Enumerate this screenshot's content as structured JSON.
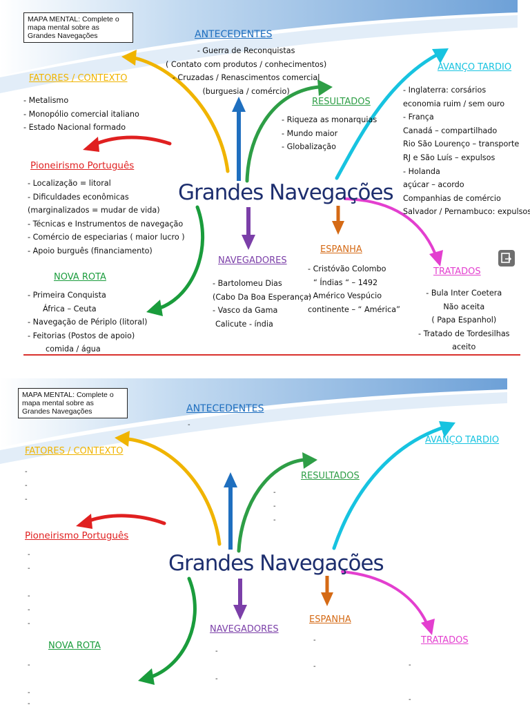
{
  "colors": {
    "fatores": "#f0b400",
    "antecedentes": "#1f6fbf",
    "resultados": "#2e9e46",
    "avanco": "#17c3e0",
    "pioneirismo": "#e02020",
    "nova_rota": "#1a9c3c",
    "navegadores": "#7b3fa8",
    "espanha": "#d56a15",
    "tratados": "#e33fcf",
    "center": "#1d2e6e"
  },
  "instructions": "MAPA MENTAL: Complete o mapa mental sobre as Grandes Navegações",
  "center_title": "Grandes Navegações",
  "top": {
    "antecedentes": {
      "title": "ANTECEDENTES",
      "items": [
        "- Guerra de Reconquistas",
        "( Contato com produtos / conhecimentos)",
        "- Cruzadas / Renascimentos comercial",
        "(burguesia / comércio)"
      ]
    },
    "fatores": {
      "title": "FATORES / CONTEXTO",
      "items": [
        "- Metalismo",
        "- Monopólio comercial italiano",
        "- Estado Nacional formado"
      ]
    },
    "resultados": {
      "title": "RESULTADOS",
      "items": [
        "- Riqueza as monarquias",
        "- Mundo maior",
        "- Globalização"
      ]
    },
    "avanco": {
      "title": "AVANÇO TARDIO",
      "items": [
        "- Inglaterra: corsários",
        "economia ruim / sem ouro",
        "- França",
        "Canadá – compartilhado",
        "Rio São Lourenço – transporte",
        "RJ e São Luís – expulsos",
        "- Holanda",
        "açúcar – acordo",
        "Companhias de comércio",
        "Salvador / Pernambuco: expulsos"
      ]
    },
    "pioneirismo": {
      "title": "Pioneirismo Português",
      "items": [
        "- Localização = litoral",
        "- Dificuldades econômicas",
        "(marginalizados = mudar de vida)",
        "- Técnicas e Instrumentos de navegação",
        "- Comércio de especiarias ( maior lucro )",
        "- Apoio burguês (financiamento)"
      ]
    },
    "nova_rota": {
      "title": "NOVA ROTA",
      "items": [
        "- Primeira Conquista",
        "África – Ceuta",
        "- Navegação de Périplo (litoral)",
        "- Feitorias (Postos de apoio)",
        "comida / água"
      ]
    },
    "navegadores": {
      "title": "NAVEGADORES",
      "items": [
        "- Bartolomeu Dias",
        "(Cabo Da Boa Esperança)",
        "- Vasco da Gama",
        "Calicute - índia"
      ]
    },
    "espanha": {
      "title": "ESPANHA",
      "items": [
        "- Cristóvão Colombo",
        "“ Índias “ – 1492",
        "- Américo Vespúcio",
        "continente – “ América”"
      ]
    },
    "tratados": {
      "title": "TRATADOS",
      "items": [
        "- Bula Inter Coetera",
        "Não aceita",
        "( Papa Espanhol)",
        "- Tratado de Tordesilhas",
        "aceito"
      ]
    }
  },
  "bottom": {
    "antecedentes": "ANTECEDENTES",
    "fatores": "FATORES / CONTEXTO",
    "resultados": "RESULTADOS",
    "avanco": "AVANÇO TARDIO",
    "pioneirismo": "Pioneirismo Português",
    "nova_rota": "NOVA ROTA",
    "navegadores": "NAVEGADORES",
    "espanha": "ESPANHA",
    "tratados": "TRATADOS",
    "dash": "-"
  }
}
